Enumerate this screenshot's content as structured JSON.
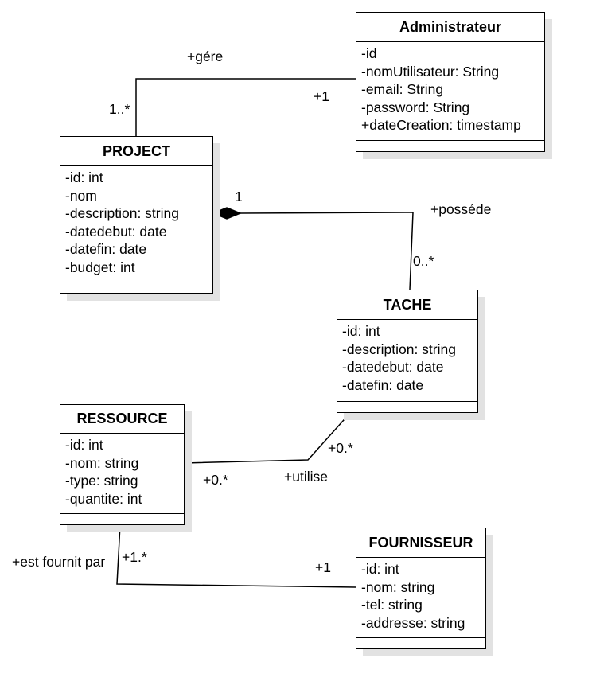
{
  "classes": {
    "administrateur": {
      "name": "Administrateur",
      "attributes": [
        "-id",
        "-nomUtilisateur: String",
        "-email: String",
        "-password: String",
        "+dateCreation: timestamp"
      ]
    },
    "project": {
      "name": "PROJECT",
      "attributes": [
        "-id: int",
        "-nom",
        "-description: string",
        "-datedebut: date",
        "-datefin: date",
        "-budget: int"
      ]
    },
    "tache": {
      "name": "TACHE",
      "attributes": [
        "-id: int",
        "-description: string",
        "-datedebut: date",
        "-datefin: date"
      ]
    },
    "ressource": {
      "name": "RESSOURCE",
      "attributes": [
        "-id: int",
        "-nom: string",
        "-type: string",
        "-quantite: int"
      ]
    },
    "fournisseur": {
      "name": "FOURNISSEUR",
      "attributes": [
        "-id: int",
        "-nom: string",
        "-tel: string",
        "-addresse: string"
      ]
    }
  },
  "associations": {
    "gere": {
      "name": "+gére",
      "mult_project": "1..*",
      "mult_admin": "+1"
    },
    "possede": {
      "name": "+posséde",
      "mult_project": "1",
      "mult_tache": "0..*",
      "kind": "composition"
    },
    "utilise": {
      "name": "+utilise",
      "mult_ressource": "+0.*",
      "mult_tache": "+0.*"
    },
    "fournit": {
      "name": "+est fournit par",
      "mult_ressource": "+1.*",
      "mult_fournisseur": "+1"
    }
  }
}
